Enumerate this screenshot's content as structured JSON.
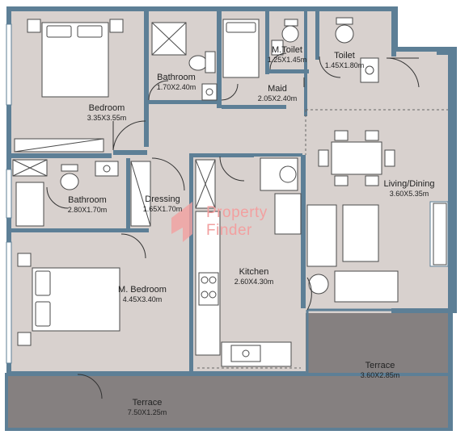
{
  "rooms": {
    "bedroom": {
      "name": "Bedroom",
      "dims": "3.35X3.55m"
    },
    "bathroom_top": {
      "name": "Bathroom",
      "dims": "1.70X2.40m"
    },
    "m_toilet": {
      "name": "M.Toilet",
      "dims": "1.25X1.45m"
    },
    "maid": {
      "name": "Maid",
      "dims": "2.05X2.40m"
    },
    "toilet": {
      "name": "Toilet",
      "dims": "1.45X1.80m"
    },
    "bathroom_mid": {
      "name": "Bathroom",
      "dims": "2.80X1.70m"
    },
    "dressing": {
      "name": "Dressing",
      "dims": "1.65X1.70m"
    },
    "living_dining": {
      "name": "Living/Dining",
      "dims": "3.60X5.35m"
    },
    "kitchen": {
      "name": "Kitchen",
      "dims": "2.60X4.30m"
    },
    "m_bedroom": {
      "name": "M. Bedroom",
      "dims": "4.45X3.40m"
    },
    "terrace_right": {
      "name": "Terrace",
      "dims": "3.60X2.85m"
    },
    "terrace_bottom": {
      "name": "Terrace",
      "dims": "7.50X1.25m"
    }
  },
  "watermark": {
    "line1": "Property",
    "line2": "Finder"
  },
  "colors": {
    "wall": "#5d7f96",
    "floor": "#d8d1ce",
    "terrace": "#858080",
    "fixture": "#ffffff",
    "watermark": "#e05a5a"
  }
}
